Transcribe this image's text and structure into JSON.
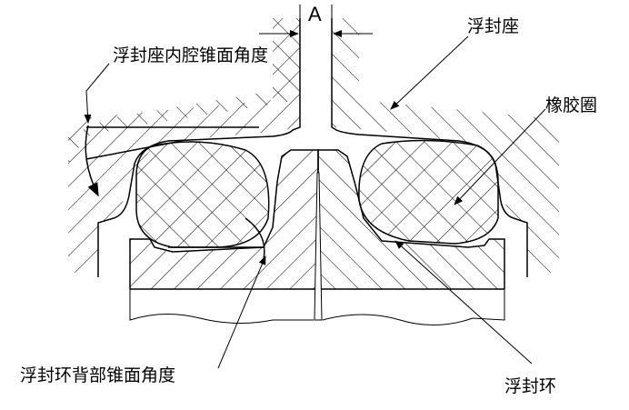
{
  "diagram": {
    "dimension_label": "A",
    "labels": {
      "seat": "浮封座",
      "seat_cavity_angle": "浮封座内腔锥面角度",
      "rubber_ring": "橡胶圈",
      "ring_back_angle": "浮封环背部锥面角度",
      "float_ring": "浮封环"
    },
    "colors": {
      "line": "#000000",
      "background": "#ffffff"
    }
  }
}
